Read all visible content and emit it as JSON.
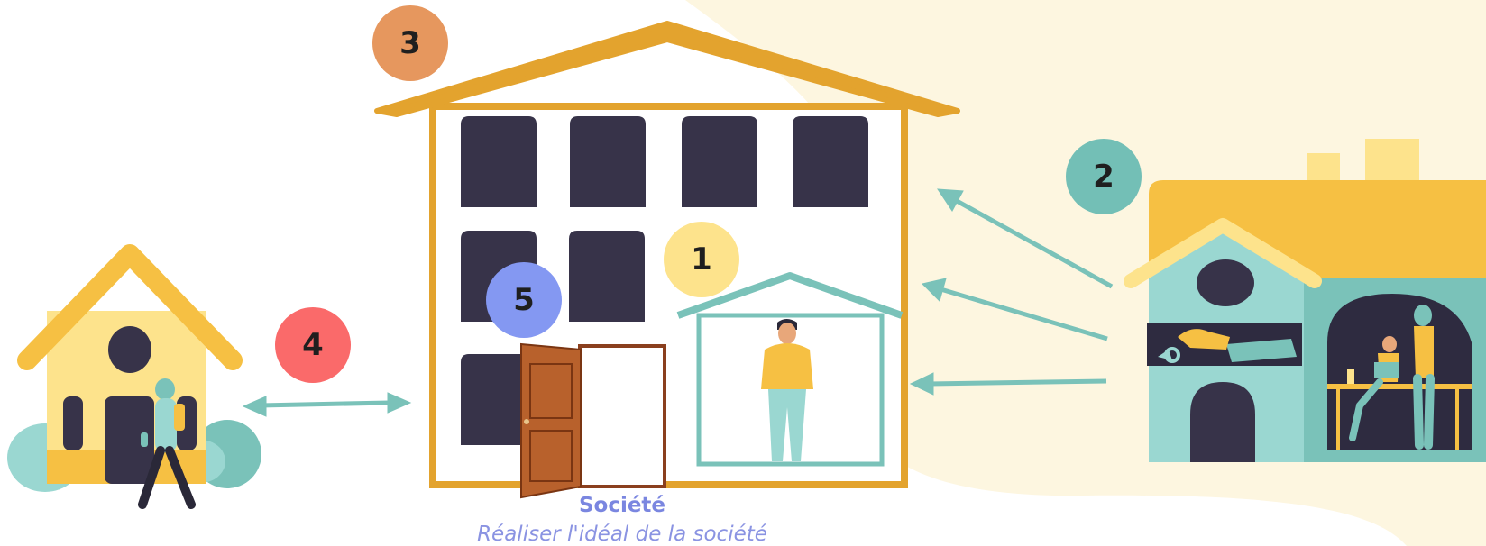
{
  "caption": {
    "title": "Société",
    "subtitle": "Réaliser l'idéal de la société"
  },
  "badges": [
    {
      "number": "1",
      "color": "#fde38c"
    },
    {
      "number": "2",
      "color": "#73bfb6"
    },
    {
      "number": "3",
      "color": "#e6975e"
    },
    {
      "number": "4",
      "color": "#fa6a6a"
    },
    {
      "number": "5",
      "color": "#8498f2"
    }
  ],
  "colors": {
    "roof": "#e3a32e",
    "window": "#373349",
    "teal": "#7ac2b9",
    "yellow": "#f6c043",
    "cream": "#fdf6e0",
    "door": "#b8612c"
  },
  "icons": [
    "small-house-icon",
    "walking-person-icon",
    "apartment-building-icon",
    "open-door-icon",
    "standing-person-icon",
    "workplace-house-icon",
    "handshake-keys-icon",
    "couple-at-desk-icon",
    "arrow-icon"
  ]
}
